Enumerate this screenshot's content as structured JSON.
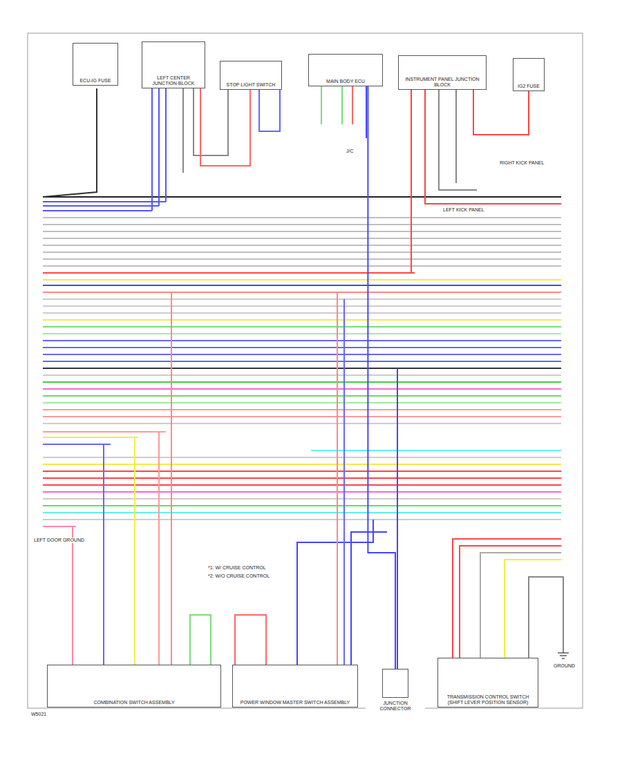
{
  "diagram": {
    "nodes": [
      {
        "text": [
          "ECU-IG FUSE"
        ]
      },
      {
        "text": [
          "LEFT CENTER JUNCTION BLOCK"
        ]
      },
      {
        "text": [
          "STOP LIGHT SWITCH"
        ]
      },
      {
        "text": [
          "MAIN BODY ECU"
        ]
      },
      {
        "text": [
          "INSTRUMENT PANEL JUNCTION BLOCK"
        ]
      },
      {
        "text": [
          "IG2 FUSE"
        ]
      },
      {
        "text": [
          "COMBINATION SWITCH ASSEMBLY"
        ]
      },
      {
        "text": [
          "POWER WINDOW MASTER SWITCH ASSEMBLY"
        ]
      },
      {
        "text": [
          "JUNCTION CONNECTOR"
        ]
      },
      {
        "text": [
          "TRANSMISSION CONTROL SWITCH (SHIFT LEVER POSITION SENSOR)"
        ]
      }
    ],
    "edges": [
      {
        "from": 3,
        "to": 8,
        "arrow": "none"
      }
    ],
    "labels": [
      "*1: W/ CRUISE CONTROL",
      "*2: W/O CRUISE CONTROL",
      "LEFT DOOR GROUND",
      "RIGHT KICK PANEL",
      "LEFT KICK PANEL",
      "GROUND",
      "J/C",
      "W5021"
    ]
  }
}
